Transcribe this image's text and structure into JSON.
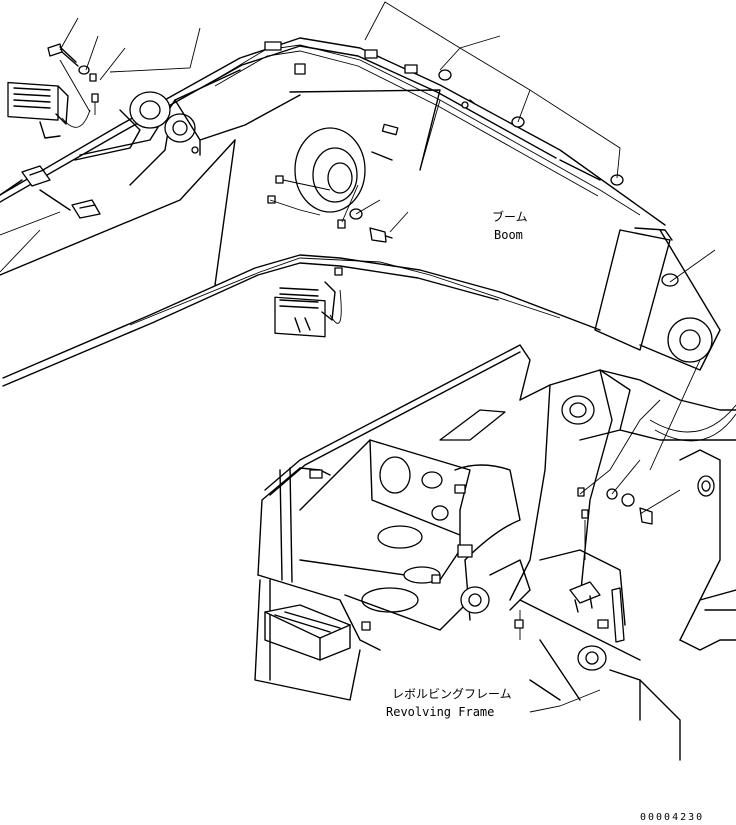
{
  "labels": {
    "boom_jp": "ブーム",
    "boom_en": "Boom",
    "frame_jp": "レボルビングフレーム",
    "frame_en": "Revolving Frame"
  },
  "figure_code": "00004230"
}
